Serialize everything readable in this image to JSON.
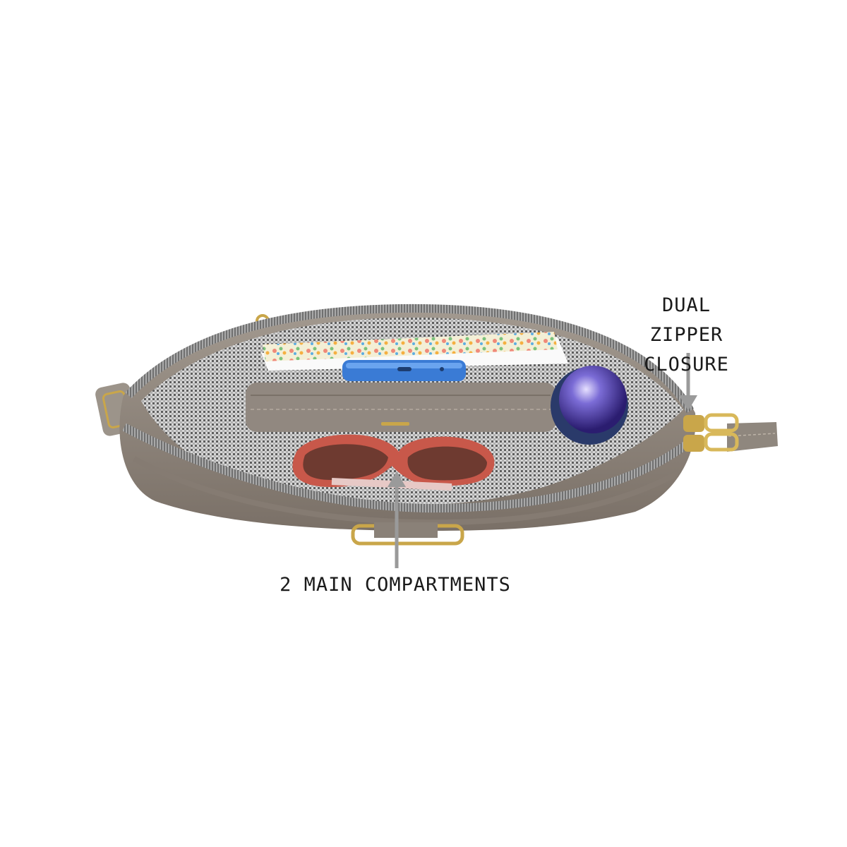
{
  "image": {
    "subject": "bag-interior",
    "background_color": "#ffffff",
    "bag_color": "#8f857c",
    "lining_color": "#7b7b7b",
    "arrow_color": "#9a9a9a",
    "hardware_color": "#c9a64a"
  },
  "callouts": {
    "zipper_line1": "DUAL ZIPPER",
    "zipper_line2": "CLOSURE",
    "compartments": "2 MAIN COMPARTMENTS"
  }
}
